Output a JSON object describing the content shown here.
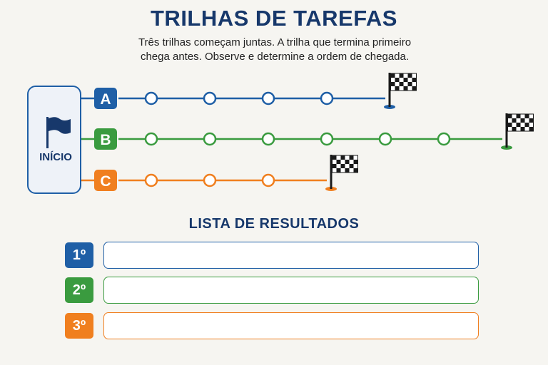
{
  "title": "TRILHAS DE TAREFAS",
  "subtitle_line1": "Três trilhas começam juntas. A trilha que termina primeiro",
  "subtitle_line2": "chega antes. Observe e determine a ordem de chegada.",
  "start_label": "INÍCIO",
  "tracks": [
    {
      "label": "A",
      "color": "#1f5fa6",
      "checkpoints": 4
    },
    {
      "label": "B",
      "color": "#3a9b3f",
      "checkpoints": 6
    },
    {
      "label": "C",
      "color": "#f07f1f",
      "checkpoints": 3
    }
  ],
  "results_title": "LISTA DE RESULTADOS",
  "results": [
    {
      "rank": "1º",
      "color": "#1f5fa6",
      "value": ""
    },
    {
      "rank": "2º",
      "color": "#3a9b3f",
      "value": ""
    },
    {
      "rank": "3º",
      "color": "#f07f1f",
      "value": ""
    }
  ],
  "icons": {
    "start": "flag-icon",
    "finish": "checkered-flag-icon"
  }
}
